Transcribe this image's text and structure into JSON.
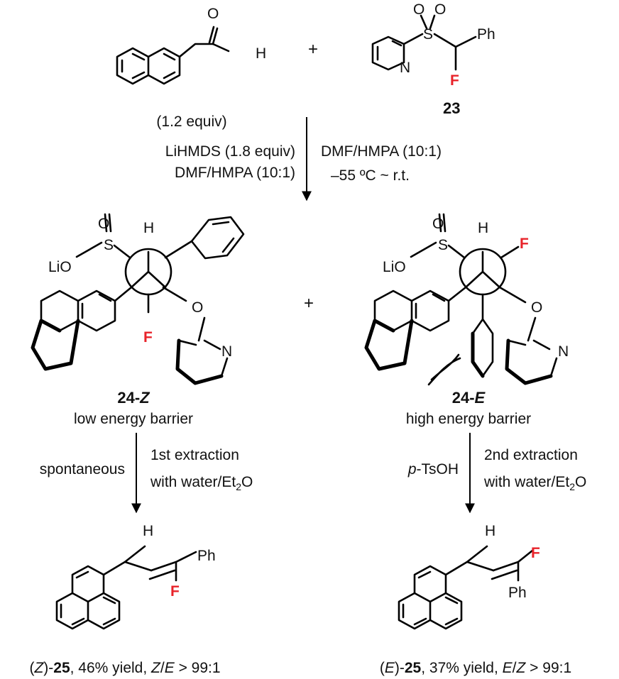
{
  "reactants": {
    "aldehyde_h": "H",
    "aldehyde_o": "O",
    "plus": "+",
    "sulfone_o1": "O",
    "sulfone_o2": "O",
    "sulfone_s": "S",
    "sulfone_ph": "Ph",
    "sulfone_n": "N",
    "sulfone_f": "F",
    "aldehyde_equiv": "(1.2 equiv)",
    "sulfone_label": "23"
  },
  "step1": {
    "left_line1": "LiHMDS (1.8 equiv)",
    "left_line2": "DMF/HMPA (10:1)",
    "right_line1": "DMF/HMPA (10:1)",
    "right_line2": "–55 ºC ~ r.t."
  },
  "intermediates": {
    "plus": "+",
    "z": {
      "o_top": "O",
      "s": "S",
      "lio": "LiO",
      "h": "H",
      "f": "F",
      "o_ether": "O",
      "n": "N",
      "label_num": "24-",
      "label_letter": "Z",
      "caption": "low energy barrier"
    },
    "e": {
      "o_top": "O",
      "s": "S",
      "lio": "LiO",
      "h": "H",
      "f": "F",
      "o_ether": "O",
      "n": "N",
      "label_num": "24-",
      "label_letter": "E",
      "caption": "high energy barrier"
    }
  },
  "step2": {
    "left": {
      "reagent": "spontaneous",
      "line1": "1st extraction",
      "line2_pre": "with water/Et",
      "line2_sub": "2",
      "line2_post": "O"
    },
    "right": {
      "reagent_italic": "p",
      "reagent_rest": "-TsOH",
      "line1": "2nd extraction",
      "line2_pre": "with water/Et",
      "line2_sub": "2",
      "line2_post": "O"
    }
  },
  "products": {
    "z": {
      "h": "H",
      "ph": "Ph",
      "f": "F",
      "cap_open": "(",
      "cap_iso": "Z",
      "cap_close": ")-",
      "cap_num": "25",
      "cap_yield": ", 46% yield, ",
      "cap_ratio_a": "Z",
      "cap_slash": "/",
      "cap_ratio_b": "E",
      "cap_tail": " > 99:1"
    },
    "e": {
      "h": "H",
      "ph": "Ph",
      "f": "F",
      "cap_open": "(",
      "cap_iso": "E",
      "cap_close": ")-",
      "cap_num": "25",
      "cap_yield": ", 37% yield, ",
      "cap_ratio_a": "E",
      "cap_slash": "/",
      "cap_ratio_b": "Z",
      "cap_tail": " > 99:1"
    }
  },
  "colors": {
    "fluorine": "#e8232a",
    "bond": "#000000",
    "text": "#111111"
  }
}
